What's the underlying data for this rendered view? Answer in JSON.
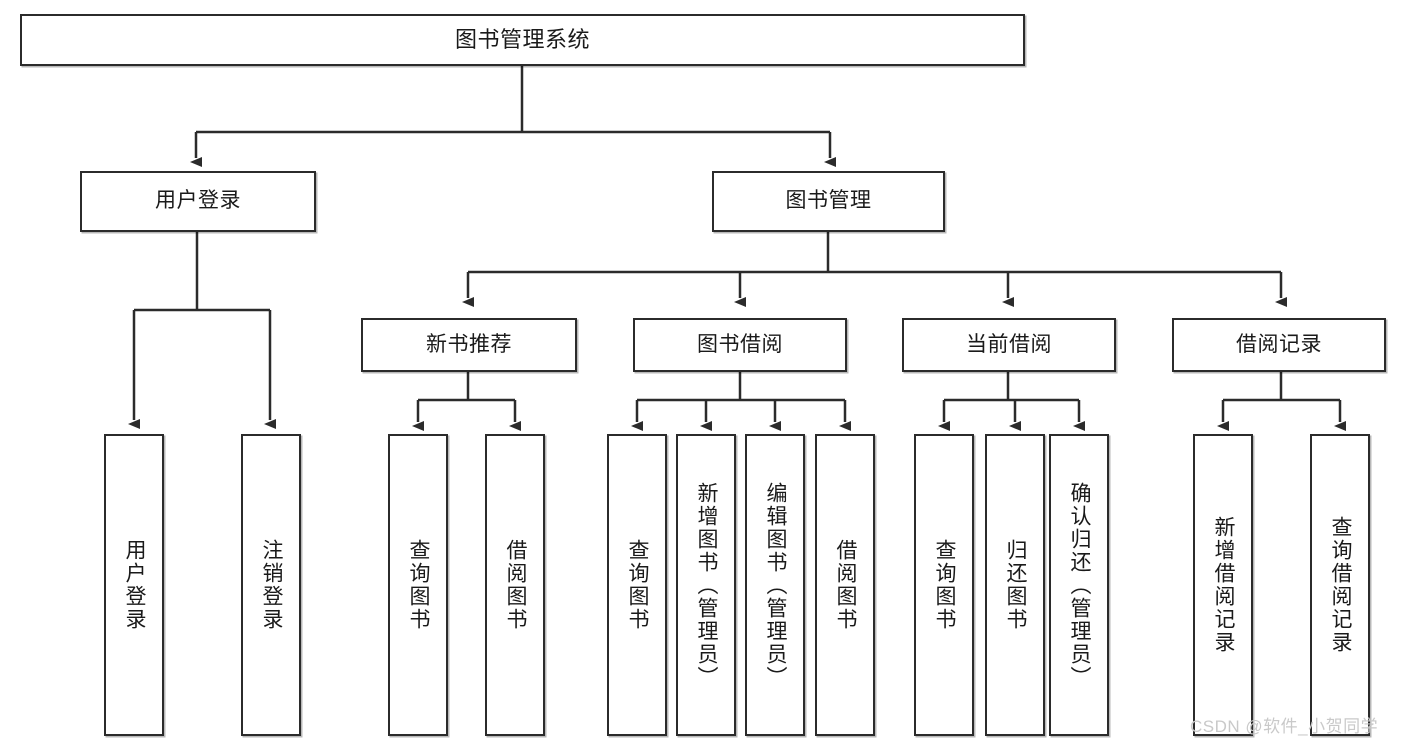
{
  "diagram": {
    "type": "hierarchy-tree",
    "title": "图书管理系统",
    "root": {
      "label": "图书管理系统"
    },
    "level2": [
      {
        "label": "用户登录"
      },
      {
        "label": "图书管理"
      }
    ],
    "level3": [
      {
        "label": "新书推荐"
      },
      {
        "label": "图书借阅"
      },
      {
        "label": "当前借阅"
      },
      {
        "label": "借阅记录"
      }
    ],
    "leaves": {
      "user_login": [
        {
          "label": "用户登录"
        },
        {
          "label": "注销登录"
        }
      ],
      "new_book_recommend": [
        {
          "label": "查询图书"
        },
        {
          "label": "借阅图书"
        }
      ],
      "book_borrow": [
        {
          "label": "查询图书"
        },
        {
          "label": "新增图书（管理员）"
        },
        {
          "label": "编辑图书（管理员）"
        },
        {
          "label": "借阅图书"
        }
      ],
      "current_borrow": [
        {
          "label": "查询图书"
        },
        {
          "label": "归还图书"
        },
        {
          "label": "确认归还（管理员）"
        }
      ],
      "borrow_record": [
        {
          "label": "新增借阅记录"
        },
        {
          "label": "查询借阅记录"
        }
      ]
    }
  },
  "watermark": {
    "text": "CSDN @软件_小贺同学"
  },
  "colors": {
    "stroke": "#2b2b2b",
    "box_fill": "#ffffff",
    "text": "#1a1a1a",
    "watermark": "#c9c9c9",
    "background": "#ffffff"
  }
}
